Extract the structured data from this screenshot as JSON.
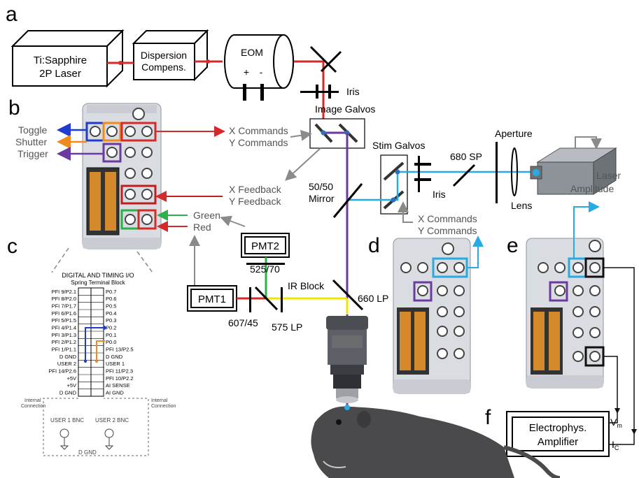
{
  "panels": {
    "a": "a",
    "b": "b",
    "c": "c",
    "d": "d",
    "e": "e",
    "f": "f"
  },
  "laser": {
    "line1": "Ti:Sapphire",
    "line2": "2P Laser"
  },
  "dispersion": {
    "line1": "Dispersion",
    "line2": "Compens."
  },
  "eom": {
    "label": "EOM",
    "plus": "+",
    "minus": "-"
  },
  "iris_top": "Iris",
  "image_galvos": "Image Galvos",
  "signals": {
    "toggle": "Toggle",
    "shutter": "Shutter",
    "trigger": "Trigger",
    "x_commands": "X Commands",
    "y_commands": "Y Commands",
    "x_feedback": "X Feedback",
    "y_feedback": "Y Feedback",
    "green": "Green",
    "red": "Red"
  },
  "stim": {
    "galvos": "Stim Galvos",
    "sp": "680 SP",
    "aperture": "Aperture",
    "lens": "Lens",
    "iris": "Iris",
    "mirror1": "50/50",
    "mirror2": "Mirror",
    "x_commands": "X Commands",
    "y_commands": "Y Commands",
    "laser_amp1": "Laser",
    "laser_amp2": "Amplitude"
  },
  "pmt": {
    "pmt1": "PMT1",
    "pmt2": "PMT2",
    "f525": "525/70",
    "ir_block": "IR Block",
    "lp660": "660 LP",
    "f607": "607/45",
    "lp575": "575 LP"
  },
  "amp": {
    "line1": "Electrophys.",
    "line2": "Amplifier",
    "vm": "V",
    "vm_sub": "m",
    "ic": "I",
    "ic_sub": "C"
  },
  "terminal": {
    "title1": "DIGITAL AND TIMING I/O",
    "title2": "Spring Terminal Block",
    "left": [
      "PFI 9/P2.1",
      "PFI 8/P2.0",
      "PFI 7/P1.7",
      "PFI 6/P1.6",
      "PFI 5/P1.5",
      "PFI 4/P1.4",
      "PFI 3/P1.3",
      "PFI 2/P1.2",
      "PFI 1/P1.1",
      "D GND",
      "USER 2",
      "PFI 14/P2.6",
      "+5V",
      "+5V",
      "D GND"
    ],
    "right": [
      "P0.7",
      "P0.6",
      "P0.5",
      "P0.4",
      "P0.3",
      "P0.2",
      "P0.1",
      "P0.0",
      "PFI 13/P2.5",
      "D GND",
      "USER 1",
      "PFI 11/P2.3",
      "PFI 10/P2.2",
      "AI SENSE",
      "AI GND"
    ],
    "internal1": "Internal",
    "connection1": "Connection",
    "internal2": "Internal",
    "connection2": "Connection",
    "bnc1": "USER 1 BNC",
    "bnc2": "USER 2 BNC",
    "dgnd": "D GND"
  },
  "colors": {
    "red": "#d42a2a",
    "blue": "#29aae2",
    "purple": "#6a3aa0",
    "green": "#2bb04a",
    "yellow": "#f2e500",
    "orange": "#f08a1c",
    "darkblue": "#1f3ccf",
    "gray": "#8a8a8a"
  }
}
